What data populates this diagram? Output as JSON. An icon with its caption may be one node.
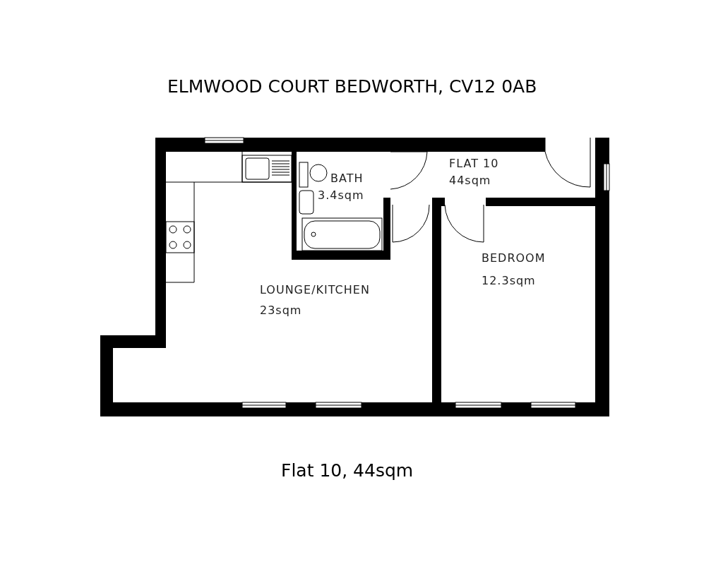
{
  "diagram": {
    "title": "ELMWOOD COURT BEDWORTH, CV12 0AB",
    "caption": "Flat 10, 44sqm",
    "nodes": [
      {
        "text": [
          "FLAT 10",
          "44sqm"
        ]
      },
      {
        "text": [
          "BATH",
          "3.4sqm"
        ]
      },
      {
        "text": [
          "BEDROOM",
          "12.3sqm"
        ]
      },
      {
        "text": [
          "LOUNGE/KITCHEN",
          "23sqm"
        ]
      }
    ]
  }
}
